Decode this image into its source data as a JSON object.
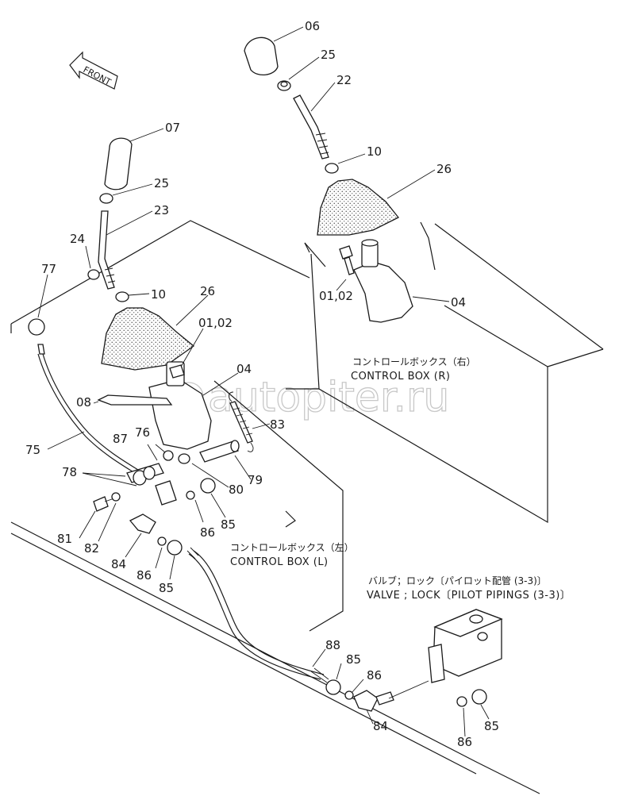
{
  "front_label": "FRONT",
  "watermark": "autopiter.ru",
  "captions": {
    "box_right_jp": "コントロールボックス（右）",
    "box_right_en": "CONTROL BOX (R)",
    "box_left_jp": "コントロールボックス（左）",
    "box_left_en": "CONTROL BOX (L)",
    "valve_jp": "バルブ；ロック〔パイロット配管 (3-3)〕",
    "valve_en": "VALVE ; LOCK〔PILOT PIPINGS (3-3)〕"
  },
  "part_numbers": {
    "p06": "06",
    "p25a": "25",
    "p22": "22",
    "p10a": "10",
    "p26a": "26",
    "p0102a": "01,02",
    "p04a": "04",
    "p07": "07",
    "p25b": "25",
    "p23": "23",
    "p24": "24",
    "p77": "77",
    "p10b": "10",
    "p26b": "26",
    "p0102b": "01,02",
    "p04b": "04",
    "p08": "08",
    "p83": "83",
    "p76": "76",
    "p87": "87",
    "p75": "75",
    "p78": "78",
    "p79": "79",
    "p80": "80",
    "p81": "81",
    "p82": "82",
    "p86a": "86",
    "p85a": "85",
    "p84a": "84",
    "p86b": "86",
    "p85b": "85",
    "p88": "88",
    "p85c": "85",
    "p86c": "86",
    "p84b": "84",
    "p86d": "86",
    "p85d": "85"
  }
}
